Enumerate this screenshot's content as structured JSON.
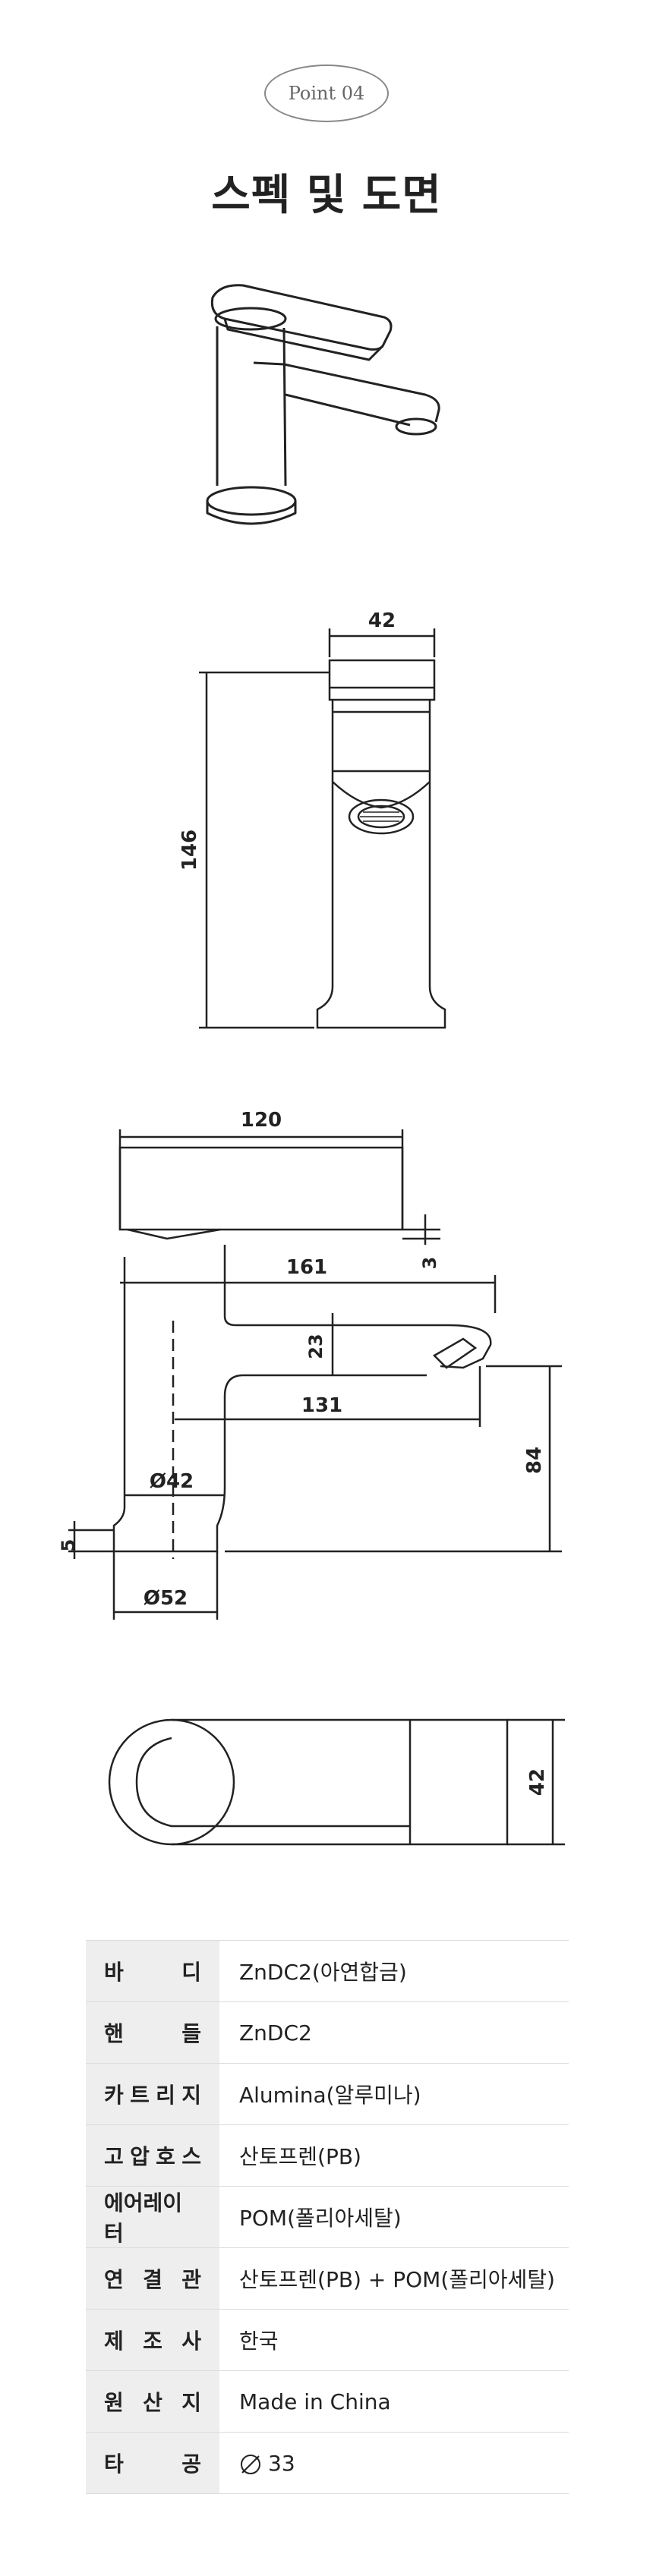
{
  "header": {
    "badge": "Point 04",
    "title": "스펙 및 도면"
  },
  "front_view": {
    "width_dim": "42",
    "height_dim": "146"
  },
  "side_view": {
    "handle_length": "120",
    "handle_thickness": "3",
    "spout_reach": "161",
    "spout_drop": "23",
    "spout_offset": "131",
    "body_diameter": "Ø42",
    "spout_height": "84",
    "base_height": "5",
    "base_diameter": "Ø52"
  },
  "top_view": {
    "width_dim": "42"
  },
  "specs": [
    {
      "label": "바디",
      "value": "ZnDC2(아연합금)"
    },
    {
      "label": "핸들",
      "value": "ZnDC2"
    },
    {
      "label": "카트리지",
      "value": "Alumina(알루미나)"
    },
    {
      "label": "고압호스",
      "value": "산토프렌(PB)"
    },
    {
      "label": "에어레이터",
      "value": "POM(폴리아세탈)"
    },
    {
      "label": "연결관",
      "value": "산토프렌(PB) + POM(폴리아세탈)"
    },
    {
      "label": "제조사",
      "value": "한국"
    },
    {
      "label": "원산지",
      "value": "Made in China"
    },
    {
      "label": "타공",
      "value": "33"
    }
  ]
}
